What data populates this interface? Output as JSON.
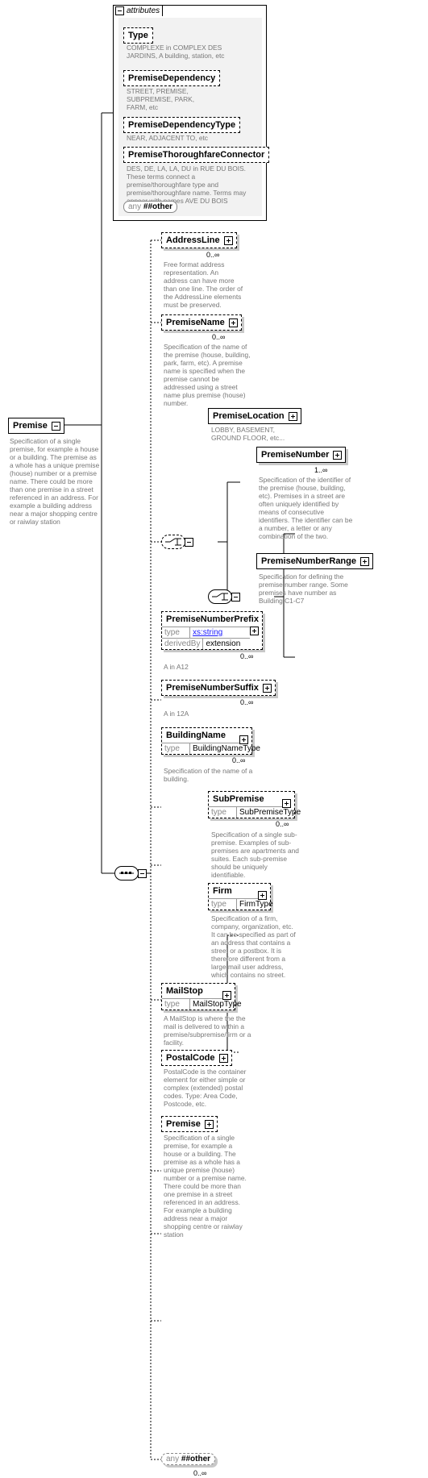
{
  "attributes": {
    "tab_label": "attributes",
    "items": [
      {
        "name": "Type",
        "desc": "COMPLEXE in COMPLEX DES JARDINS, A building, station, etc"
      },
      {
        "name": "PremiseDependency",
        "desc": "STREET, PREMISE, SUBPREMISE, PARK, FARM, etc"
      },
      {
        "name": "PremiseDependencyType",
        "desc": "NEAR, ADJACENT TO, etc"
      },
      {
        "name": "PremiseThoroughfareConnector",
        "desc": "DES, DE, LA, LA, DU in RUE DU BOIS. These terms connect a premise/thoroughfare type and premise/thoroughfare name. Terms may appear with names AVE DU BOIS"
      }
    ],
    "any": {
      "label": "any",
      "value": "##other"
    }
  },
  "root": {
    "name": "Premise",
    "desc": "Specification of a single premise, for example a house or a building. The premise as a whole has a unique premise (house) number or a premise name. There could be more than one premise in a street referenced in an address. For example a building address near a major shopping centre or raiwlay station"
  },
  "children": {
    "address_line": {
      "name": "AddressLine",
      "card": "0..∞",
      "desc": "Free format address representation. An address can have more than one line. The order of the AddressLine elements must be preserved."
    },
    "premise_name": {
      "name": "PremiseName",
      "card": "0..∞",
      "desc": "Specification of the name of the premise (house, building, park, farm, etc). A premise name is specified when the premise cannot be addressed using a street name plus premise (house) number."
    },
    "premise_location": {
      "name": "PremiseLocation",
      "desc": "LOBBY, BASEMENT, GROUND FLOOR, etc..."
    },
    "premise_number": {
      "name": "PremiseNumber",
      "card": "1..∞",
      "desc": "Specification of the identifier of the premise (house, building, etc). Premises in a street are often uniquely identified by means of consecutive identifiers. The identifier can be a number, a letter or any combination of the two."
    },
    "premise_number_range": {
      "name": "PremiseNumberRange",
      "desc": "Specification for defining the premise number range. Some premises have number as Building C1-C7"
    },
    "premise_number_prefix": {
      "name": "PremiseNumberPrefix",
      "type_label": "type",
      "type_value": "xs:string",
      "derived_label": "derivedBy",
      "derived_value": "extension",
      "card": "0..∞",
      "desc": "A in A12"
    },
    "premise_number_suffix": {
      "name": "PremiseNumberSuffix",
      "card": "0..∞",
      "desc": "A in 12A"
    },
    "building_name": {
      "name": "BuildingName",
      "type_label": "type",
      "type_value": "BuildingNameType",
      "card": "0..∞",
      "desc": "Specification of the name of a building."
    },
    "sub_premise": {
      "name": "SubPremise",
      "type_label": "type",
      "type_value": "SubPremiseType",
      "card": "0..∞",
      "desc": "Specification of a single sub-premise. Examples of sub-premises are apartments and suites. Each sub-premise should be uniquely identifiable."
    },
    "firm": {
      "name": "Firm",
      "type_label": "type",
      "type_value": "FirmType",
      "desc": "Specification of a firm, company, organization, etc. It can be specified as part of an address that contains a street or a postbox. It is therefore different from a large mail user address, which contains no street."
    },
    "mail_stop": {
      "name": "MailStop",
      "type_label": "type",
      "type_value": "MailStopType",
      "desc": "A MailStop is where the the mail is delivered to within a premise/subpremise/firm or a facility."
    },
    "postal_code": {
      "name": "PostalCode",
      "desc": "PostalCode is the container element for either simple or complex (extended) postal codes. Type: Area Code, Postcode, etc."
    },
    "premise": {
      "name": "Premise",
      "desc": "Specification of a single premise, for example a house or a building. The premise as a whole has a unique premise (house) number or a premise name. There could be more than one premise in a street referenced in an address. For example a building address near a major shopping centre or raiwlay station"
    },
    "any_other": {
      "label": "any",
      "value": "##other",
      "card": "0..∞"
    }
  }
}
